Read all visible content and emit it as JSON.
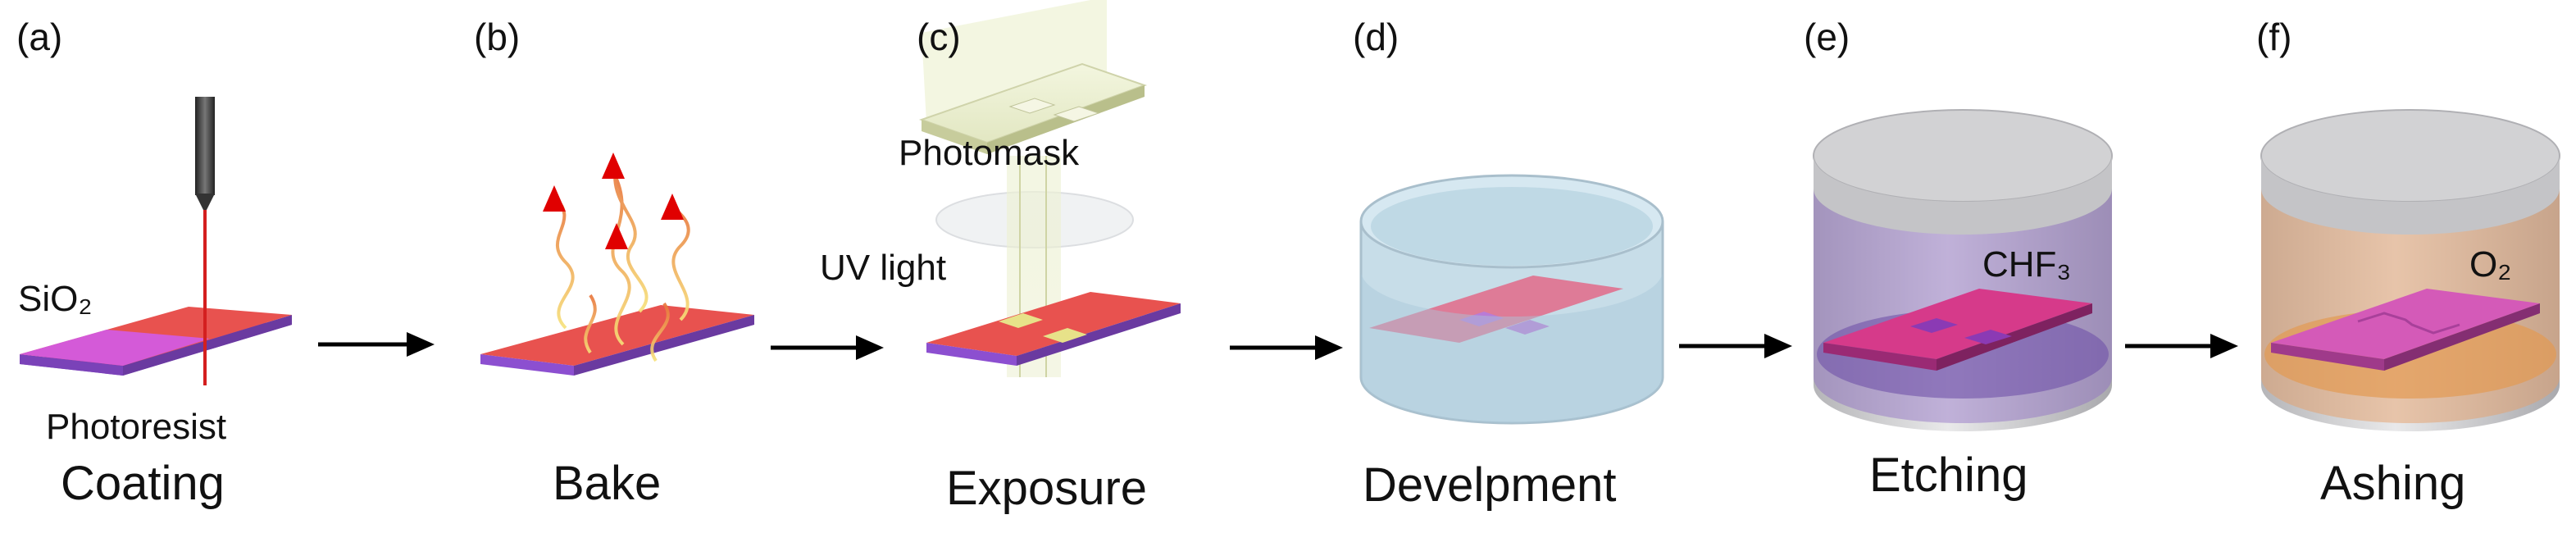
{
  "panels": [
    {
      "letter": "(a)",
      "step": "Coating"
    },
    {
      "letter": "(b)",
      "step": "Bake"
    },
    {
      "letter": "(c)",
      "step": "Exposure"
    },
    {
      "letter": "(d)",
      "step": "Develpment"
    },
    {
      "letter": "(e)",
      "step": "Etching"
    },
    {
      "letter": "(f)",
      "step": "Ashing"
    }
  ],
  "annotations": {
    "sio2": "SiO₂",
    "photoresist": "Photoresist",
    "photomask": "Photomask",
    "uv_light": "UV light",
    "chf3": "CHF₃",
    "o2": "O₂"
  },
  "colors": {
    "photoresist_red": "#e8524f",
    "sio2_magenta": "#d45ad8",
    "substrate_purple": "#8c4fd0",
    "heat_arrow_red": "#e00000",
    "chamber_gray": "#c9c9cb",
    "etch_gas_purple": "#8d6cc4",
    "ash_gas_orange": "#e6a06a",
    "developer_blue": "#b8d6e6"
  }
}
